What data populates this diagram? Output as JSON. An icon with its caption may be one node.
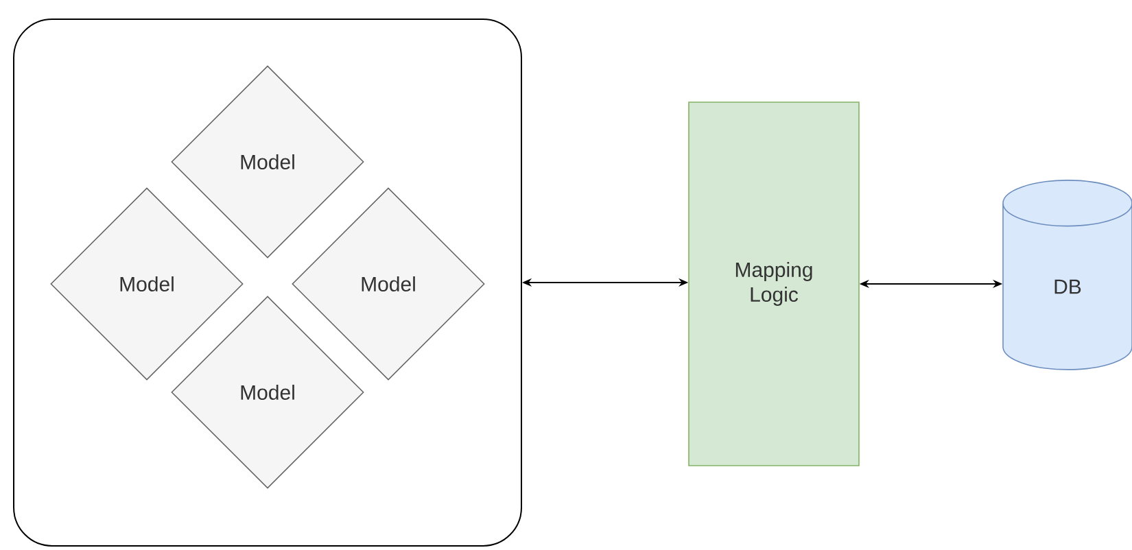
{
  "diagram": {
    "nodes": [
      {
        "text": [],
        "shape": "box"
      },
      {
        "text": [
          "Model"
        ],
        "in": 0
      },
      {
        "text": [
          "Model"
        ],
        "in": 0
      },
      {
        "text": [
          "Model"
        ],
        "in": 0
      },
      {
        "text": [
          "Model"
        ],
        "in": 0
      },
      {
        "text": [
          "Mapping Logic"
        ]
      },
      {
        "text": [
          "DB"
        ]
      }
    ],
    "edges": [
      {
        "from": 0,
        "to": 5,
        "arrow": "both"
      },
      {
        "from": 5,
        "to": 6,
        "arrow": "both"
      }
    ]
  }
}
